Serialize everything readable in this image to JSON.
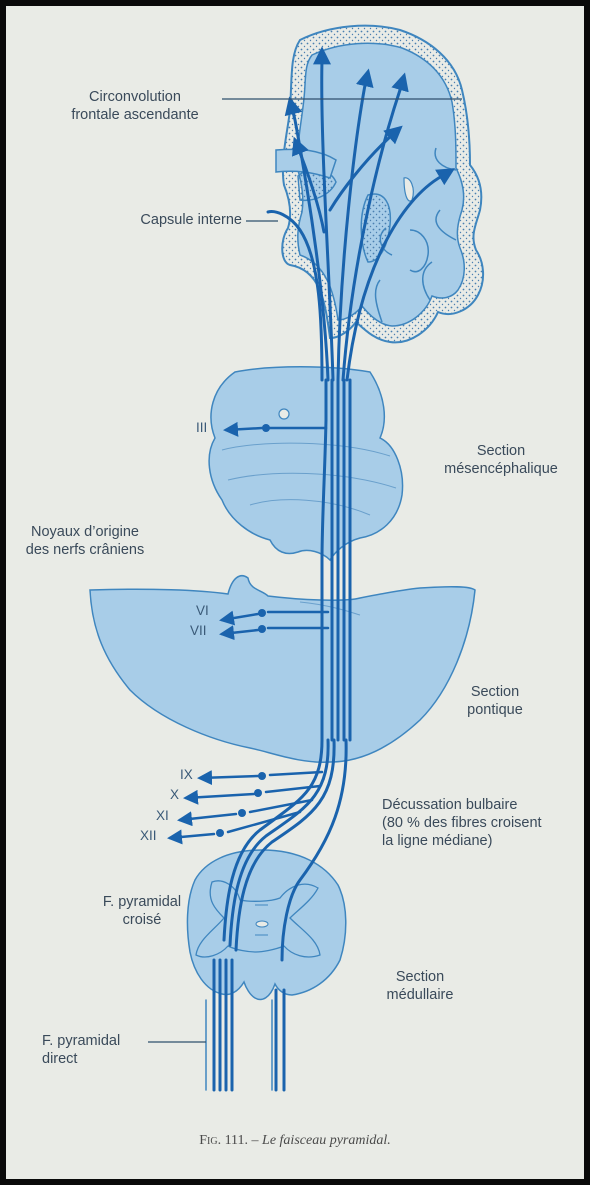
{
  "colors": {
    "tract": "#1a63ad",
    "tissue": "#a8cde8",
    "tissue_edge": "#3f86bf",
    "paper": "#e9ebe6",
    "text": "#3a4a5a",
    "border": "#0a0a0a"
  },
  "labels": {
    "circonvolution_line1": "Circonvolution",
    "circonvolution_line2": "frontale ascendante",
    "capsule_interne": "Capsule interne",
    "section_mes_line1": "Section",
    "section_mes_line2": "mésencéphalique",
    "noyaux_line1": "Noyaux d’origine",
    "noyaux_line2": "des nerfs crâniens",
    "section_pont_line1": "Section",
    "section_pont_line2": "pontique",
    "decussation_line1": "Décussation bulbaire",
    "decussation_line2": "(80 % des fibres croisent",
    "decussation_line3": "la ligne médiane)",
    "fp_croise_line1": "F. pyramidal",
    "fp_croise_line2": "croisé",
    "section_med_line1": "Section",
    "section_med_line2": "médullaire",
    "fp_direct_line1": "F. pyramidal",
    "fp_direct_line2": "direct"
  },
  "nerves": {
    "iii": "III",
    "vi": "VI",
    "vii": "VII",
    "ix": "IX",
    "x": "X",
    "xi": "XI",
    "xii": "XII"
  },
  "caption": {
    "fig": "Fig. 111.",
    "dash": " – ",
    "title": "Le faisceau pyramidal."
  }
}
